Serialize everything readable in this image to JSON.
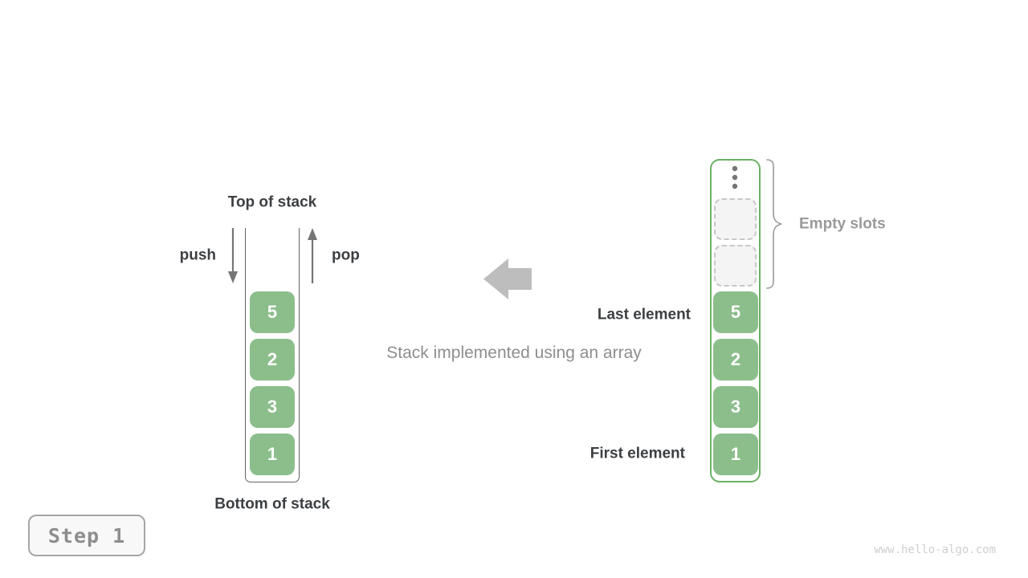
{
  "left_stack": {
    "top_label": "Top of stack",
    "bottom_label": "Bottom of stack",
    "push_label": "push",
    "pop_label": "pop",
    "elements": [
      "5",
      "2",
      "3",
      "1"
    ]
  },
  "center": {
    "caption": "Stack implemented using an array"
  },
  "right_array": {
    "empty_slots_count": 2,
    "empty_slots_label": "Empty slots",
    "last_element_label": "Last element",
    "first_element_label": "First element",
    "elements": [
      "5",
      "2",
      "3",
      "1"
    ]
  },
  "footer": {
    "step_label": "Step 1",
    "watermark": "www.hello-algo.com"
  },
  "icons": {
    "push_arrow": "down-arrow",
    "pop_arrow": "up-arrow",
    "center_arrow": "left-block-arrow",
    "array_top": "vertical-ellipsis",
    "brace": "right-curly-brace"
  },
  "colors": {
    "element_green": "#8cbe8c",
    "array_border_green": "#6bb164",
    "label_dark": "#3d4043",
    "label_gray": "#9a9a9a",
    "block_arrow_gray": "#bdbdbd",
    "line_gray": "#757575",
    "slot_fill": "#f4f4f4",
    "slot_border": "#c8c8c8",
    "step_text": "#8d8d8d",
    "watermark_gray": "#cfcfcf"
  }
}
